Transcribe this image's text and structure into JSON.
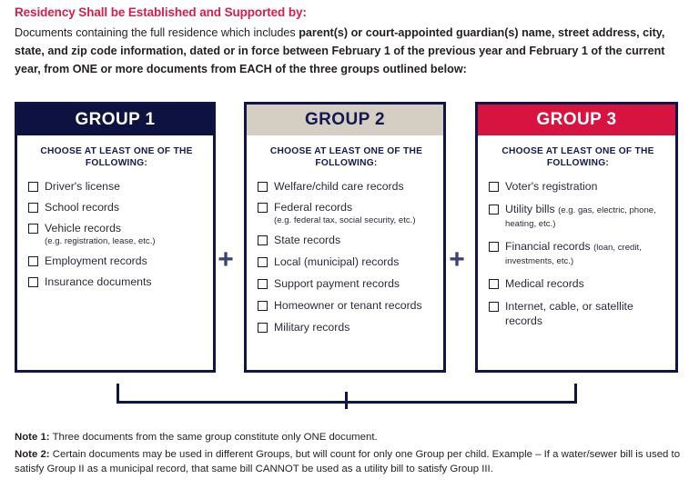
{
  "intro": {
    "title": "Residency Shall be Established and Supported by:",
    "body_part_1": "Documents containing the full residence which includes ",
    "body_bold": "parent(s) or court-appointed guardian(s) name, street address, city, state, and zip code information, dated or in force between February 1 of the previous year and February 1 of the current year, from ONE or more documents from EACH of the three groups outlined below:"
  },
  "groups": [
    {
      "title": "GROUP 1",
      "choose_label": "CHOOSE AT LEAST ONE OF THE FOLLOWING:",
      "header_bg": "#0d1240",
      "header_color": "#ffffff",
      "items": [
        {
          "text": "Driver's license",
          "sub": "",
          "sub_inline": false
        },
        {
          "text": "School records",
          "sub": "",
          "sub_inline": false
        },
        {
          "text": "Vehicle records",
          "sub": "(e.g. registration, lease, etc.)",
          "sub_inline": false
        },
        {
          "text": "Employment records",
          "sub": "",
          "sub_inline": false
        },
        {
          "text": "Insurance documents",
          "sub": "",
          "sub_inline": false
        }
      ]
    },
    {
      "title": "GROUP 2",
      "choose_label": "CHOOSE AT LEAST ONE OF THE FOLLOWING:",
      "header_bg": "#d5cec3",
      "header_color": "#14194f",
      "items": [
        {
          "text": "Welfare/child care records",
          "sub": "",
          "sub_inline": false
        },
        {
          "text": "Federal records",
          "sub": "(e.g. federal tax,\nsocial security, etc.)",
          "sub_inline": false
        },
        {
          "text": "State records",
          "sub": "",
          "sub_inline": false
        },
        {
          "text": "Local (municipal) records",
          "sub": "",
          "sub_inline": false
        },
        {
          "text": "Support payment records",
          "sub": "",
          "sub_inline": false
        },
        {
          "text": "Homeowner or tenant records",
          "sub": "",
          "sub_inline": false
        },
        {
          "text": "Military records",
          "sub": "",
          "sub_inline": false
        }
      ]
    },
    {
      "title": "GROUP 3",
      "choose_label": "CHOOSE AT LEAST ONE OF THE FOLLOWING:",
      "header_bg": "#d6143f",
      "header_color": "#ffffff",
      "items": [
        {
          "text": "Voter's registration",
          "sub": "",
          "sub_inline": false
        },
        {
          "text": "Utility bills ",
          "sub": "(e.g. gas, electric, phone, heating, etc.)",
          "sub_inline": true
        },
        {
          "text": "Financial records ",
          "sub": "(loan, credit, investments, etc.)",
          "sub_inline": true
        },
        {
          "text": "Medical records",
          "sub": "",
          "sub_inline": false
        },
        {
          "text": "Internet, cable, or satellite records",
          "sub": "",
          "sub_inline": false
        }
      ]
    }
  ],
  "operators": {
    "plus_1": "+",
    "plus_2": "+"
  },
  "notes": [
    {
      "label": "Note 1:",
      "text": " Three documents from the same group constitute only ONE document."
    },
    {
      "label": "Note 2:",
      "text": " Certain documents may be used in different Groups, but will count for only one Group per child. Example – If a water/sewer bill is used to satisfy Group II as a municipal record, that same bill CANNOT be used as a utility bill to satisfy Group III."
    }
  ],
  "colors": {
    "accent_red": "#d81e4a",
    "navy": "#111546",
    "tan": "#d5cec3",
    "crimson": "#d6143f"
  }
}
